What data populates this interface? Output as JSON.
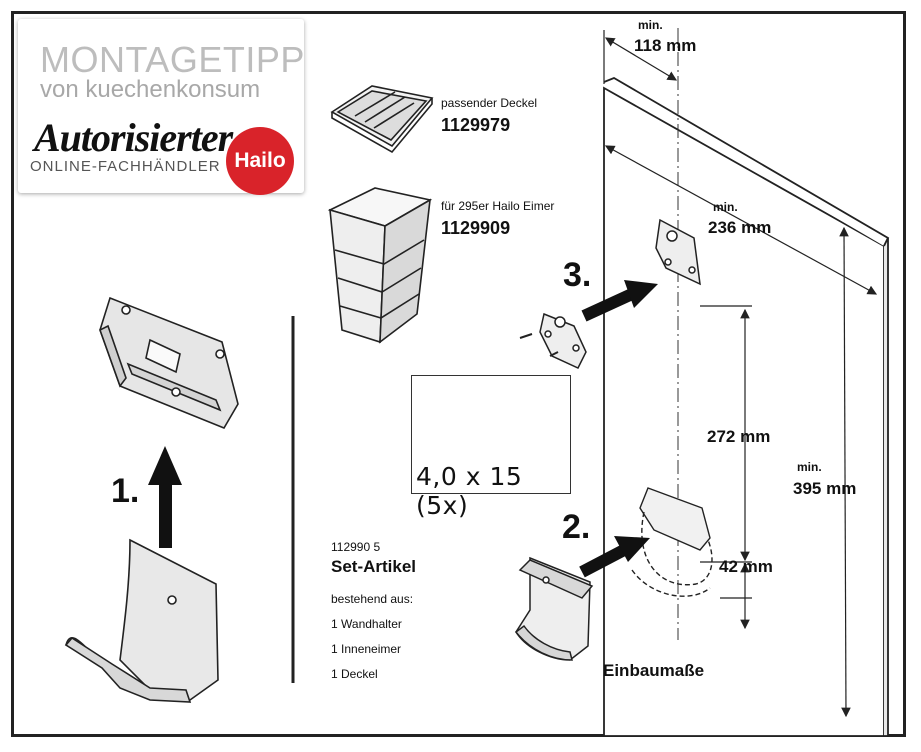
{
  "logo": {
    "line1": "MONTAGETIPP",
    "line2": "von kuechenkonsum",
    "line3": "Autorisierter",
    "line4": "ONLINE-FACHHÄNDLER",
    "brand": "Hailo",
    "brand_color": "#d9232a"
  },
  "lid": {
    "label": "passender Deckel",
    "number": "1129979"
  },
  "bucket": {
    "label": "für 295er Hailo Eimer",
    "number": "1129909"
  },
  "screw": {
    "label": "4,0 x 15 (5x)"
  },
  "set": {
    "number": "112990 5",
    "title": "Set-Artikel",
    "subtitle": "bestehend aus:",
    "items": [
      "1 Wandhalter",
      "1 Inneneimer",
      "1 Deckel"
    ]
  },
  "steps": {
    "one": "1.",
    "two": "2.",
    "three": "3."
  },
  "dimensions": {
    "top_min": "min.",
    "top_value": "118 mm",
    "width_min": "min.",
    "width_value": "236 mm",
    "height_min": "min.",
    "height_value": "395 mm",
    "middle_value": "272 mm",
    "bottom_value": "42 mm"
  },
  "caption": "Einbaumaße"
}
